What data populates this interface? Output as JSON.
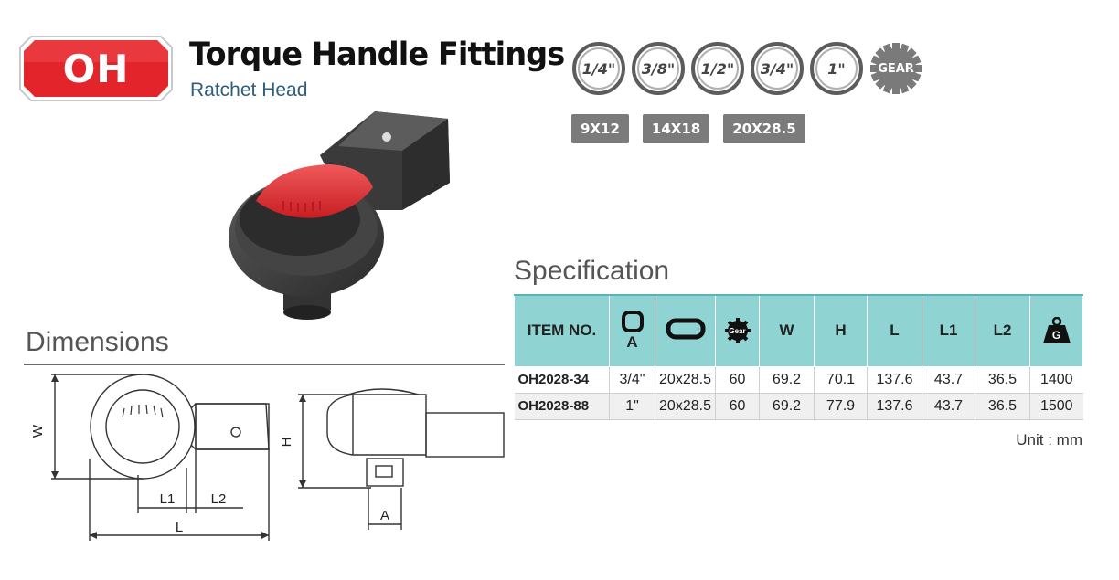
{
  "header": {
    "badge": "OH",
    "title": "Torque Handle Fittings",
    "subtitle": "Ratchet Head"
  },
  "sizes": [
    "1/4\"",
    "3/8\"",
    "1/2\"",
    "3/4\"",
    "1\""
  ],
  "gear_badge": "GEAR",
  "codes": [
    "9X12",
    "14X18",
    "20X28.5"
  ],
  "spec": {
    "title": "Specification",
    "headers": {
      "item_no": "ITEM NO.",
      "a": "A",
      "gear": "Gear",
      "w": "W",
      "h": "H",
      "l": "L",
      "l1": "L1",
      "l2": "L2",
      "weight": "G"
    },
    "rows": [
      {
        "item": "OH2028-34",
        "a": "3/4\"",
        "shank": "20x28.5",
        "gear": "60",
        "w": "69.2",
        "h": "70.1",
        "l": "137.6",
        "l1": "43.7",
        "l2": "36.5",
        "g": "1400"
      },
      {
        "item": "OH2028-88",
        "a": "1\"",
        "shank": "20x28.5",
        "gear": "60",
        "w": "69.2",
        "h": "77.9",
        "l": "137.6",
        "l1": "43.7",
        "l2": "36.5",
        "g": "1500"
      }
    ],
    "unit": "Unit : mm"
  },
  "dimensions": {
    "title": "Dimensions",
    "labels": {
      "w": "W",
      "h": "H",
      "l": "L",
      "l1": "L1",
      "l2": "L2",
      "a": "A"
    }
  },
  "colors": {
    "badge_red": "#e3242b",
    "table_header": "#8fd3d3",
    "tag_gray": "#7b7b7b"
  }
}
